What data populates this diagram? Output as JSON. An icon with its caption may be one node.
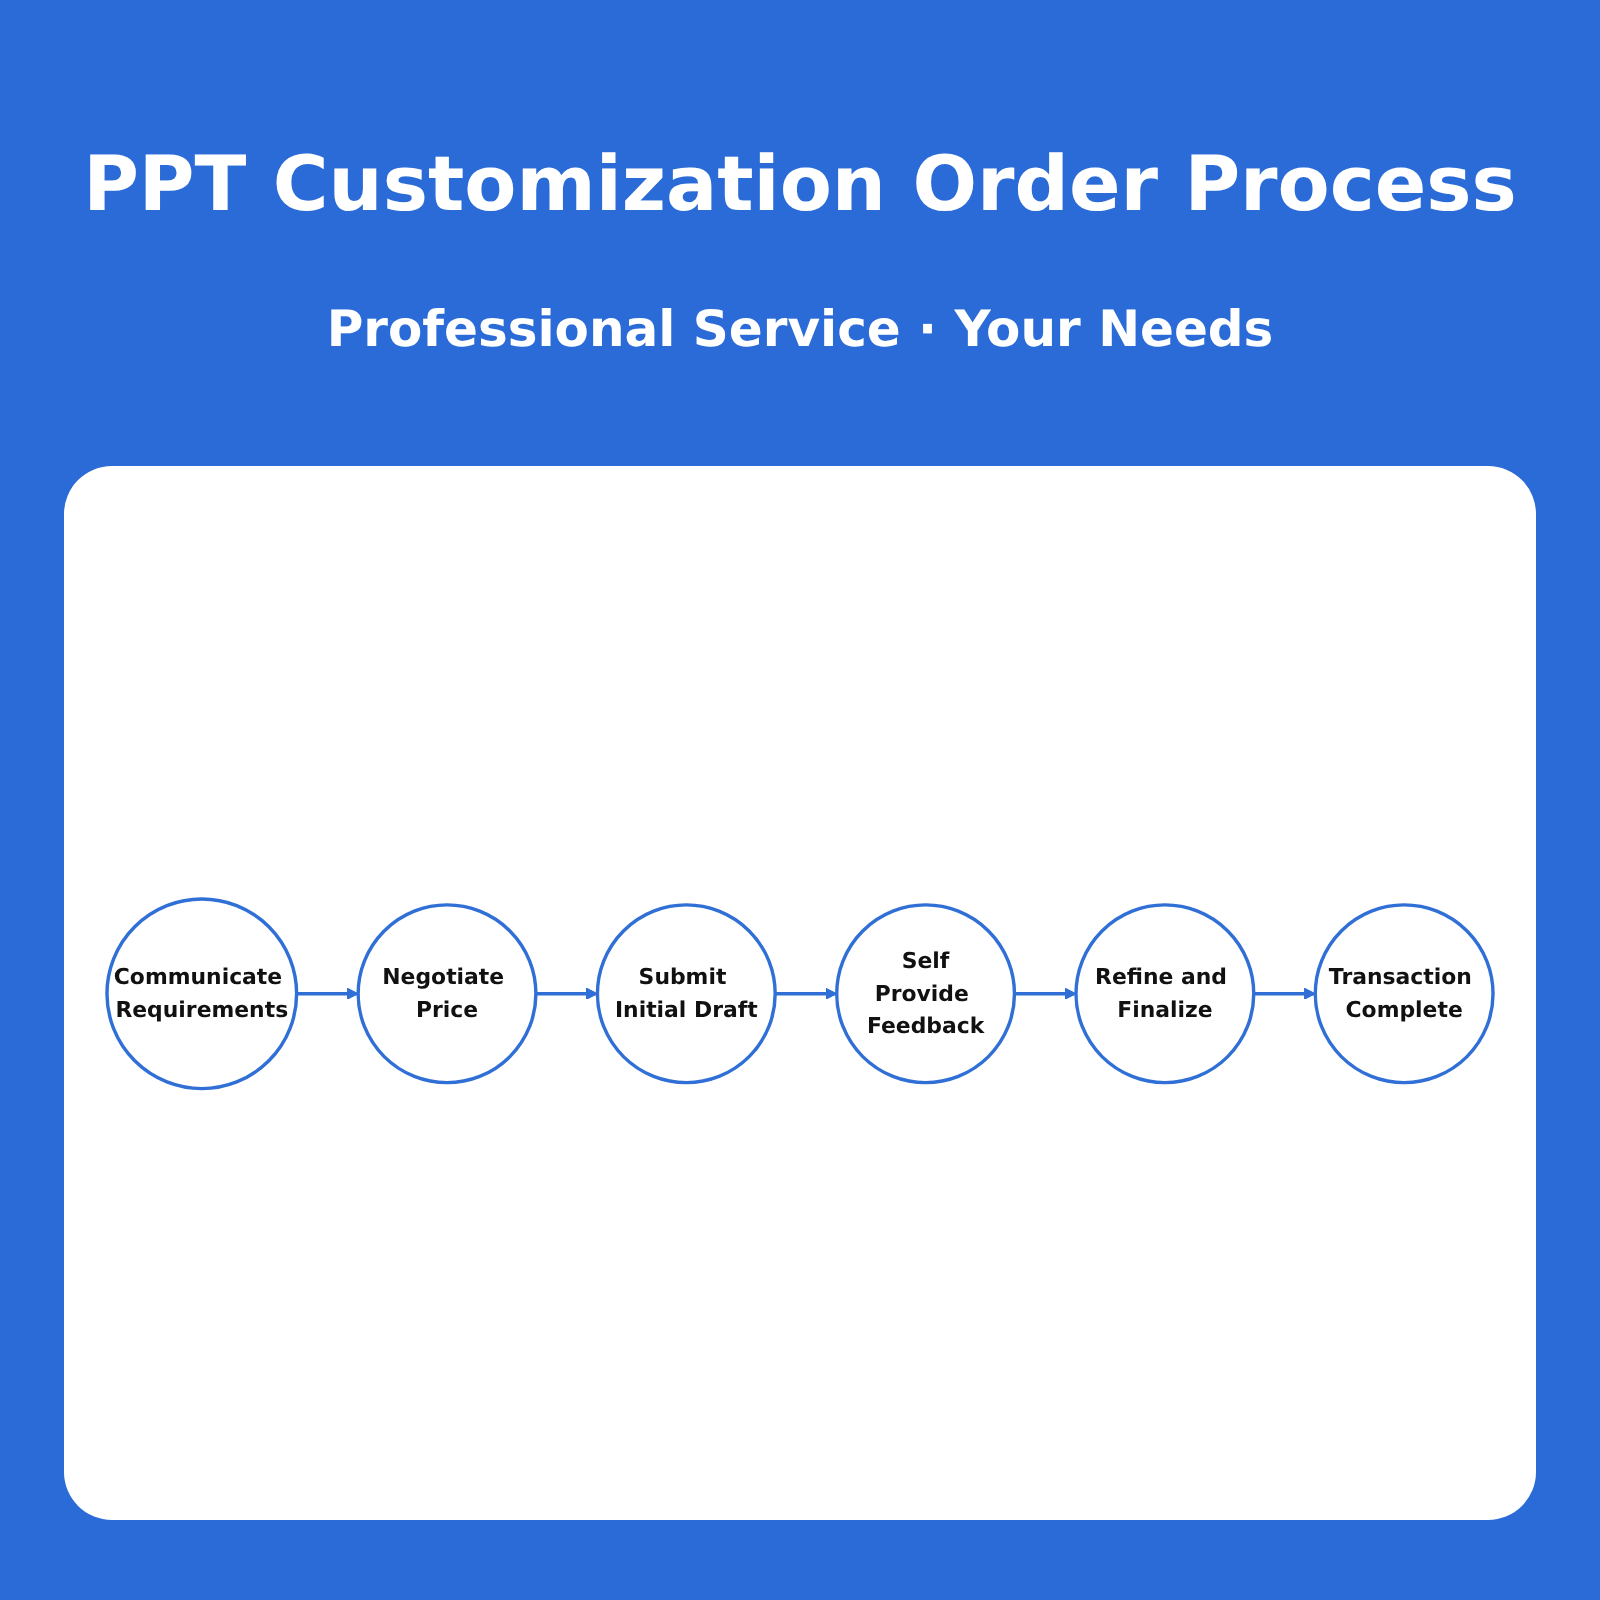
{
  "diagram": {
    "title": "PPT Customization Order Process",
    "nodes": [
      {
        "text": [
          "Communicate Requirements"
        ]
      },
      {
        "text": [
          "Negotiate Price"
        ]
      },
      {
        "text": [
          "Submit Initial Draft"
        ]
      },
      {
        "text": [
          "Self",
          "Provide Feedback"
        ]
      },
      {
        "text": [
          "Refine and Finalize"
        ]
      },
      {
        "text": [
          "Transaction Complete"
        ]
      }
    ],
    "edges": [
      {
        "from": 0,
        "to": 1,
        "arrow": "to"
      },
      {
        "from": 1,
        "to": 2,
        "arrow": "to"
      },
      {
        "from": 2,
        "to": 3,
        "arrow": "to"
      },
      {
        "from": 3,
        "to": 4,
        "arrow": "to"
      },
      {
        "from": 4,
        "to": 5,
        "arrow": "to"
      }
    ],
    "labels": [
      "Professional Service · Your Needs"
    ]
  }
}
